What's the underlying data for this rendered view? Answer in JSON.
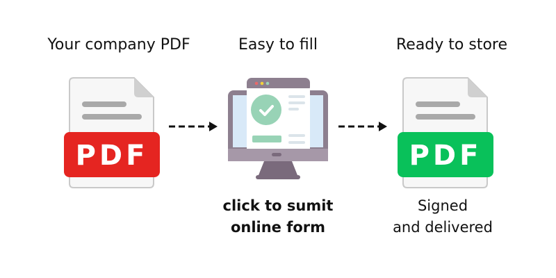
{
  "steps": [
    {
      "title": "Your company PDF",
      "badge": "PDF",
      "badge_color": "#e52521"
    },
    {
      "title": "Easy to fill",
      "caption_line1": "click to sumit",
      "caption_line2": "online form"
    },
    {
      "title": "Ready to store",
      "badge": "PDF",
      "badge_color": "#09c15a",
      "caption_line1": "Signed",
      "caption_line2": "and delivered"
    }
  ]
}
